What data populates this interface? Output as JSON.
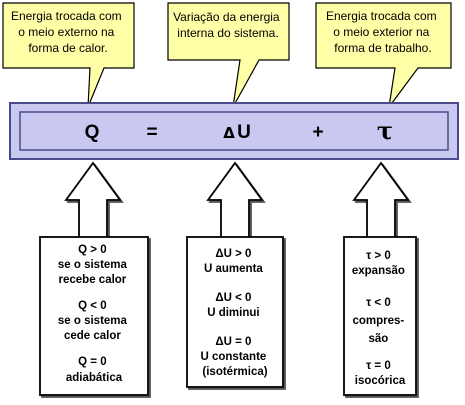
{
  "callouts": {
    "heat": [
      "Energia trocada com",
      "o meio externo na",
      "forma de calor."
    ],
    "internal": [
      "Variação da energia",
      "interna do sistema."
    ],
    "work": [
      "Energia trocada com",
      "o meio exterior na",
      "forma de trabalho."
    ]
  },
  "equation": {
    "q": "Q",
    "equals": "=",
    "delta": "Δ",
    "u": "U",
    "plus": "+",
    "tau": "τ"
  },
  "boxes": {
    "heat": [
      [
        "Q > 0",
        "se o sistema",
        "recebe calor"
      ],
      [
        "Q < 0",
        "se o sistema",
        "cede calor"
      ],
      [
        "Q = 0",
        "adiabática"
      ]
    ],
    "internal": [
      [
        "ΔU > 0",
        "U aumenta"
      ],
      [
        "ΔU < 0",
        "U diminui"
      ],
      [
        "ΔU = 0",
        "U constante",
        "(isotérmica)"
      ]
    ],
    "work": [
      [
        "τ > 0",
        "expansão"
      ],
      [
        "τ < 0",
        "compres-",
        "são"
      ],
      [
        "τ = 0",
        "isocórica"
      ]
    ]
  },
  "colors": {
    "callout_fill": "#ffffa8",
    "bar_fill": "#c8c8f0",
    "bar_border": "#4a4a8a",
    "stroke": "#000000"
  }
}
